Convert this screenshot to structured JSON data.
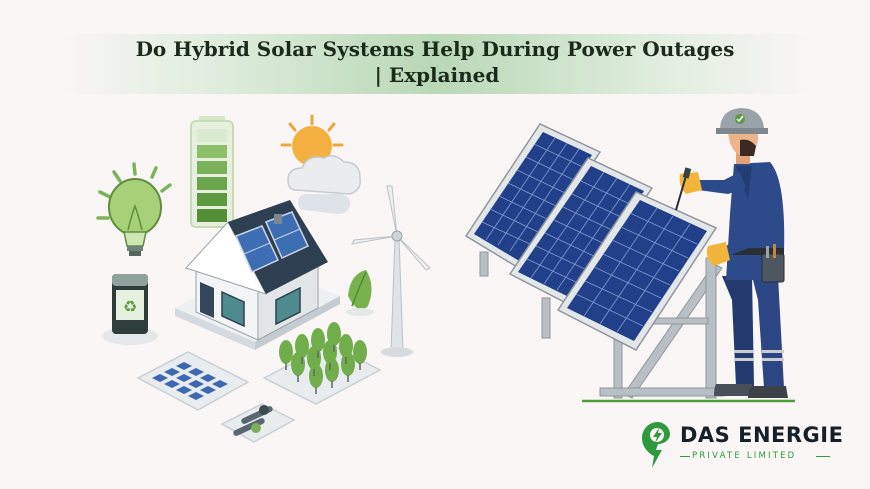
{
  "header": {
    "title_line1": "Do Hybrid Solar Systems Help During Power Outages",
    "title_line2": "| Explained"
  },
  "logo": {
    "name": "DAS ENERGIE",
    "subtitle": "PRIVATE LIMITED",
    "accent_color": "#2e9a3c"
  },
  "illustration": {
    "left_icons": [
      "lightbulb-icon",
      "battery-level-icon",
      "sun-cloud-icon",
      "house-icon",
      "wind-turbine-icon",
      "leaf-icon",
      "recycle-battery-icon",
      "solar-panel-icon",
      "trees-icon",
      "switch-icon"
    ],
    "right_scene": [
      "solar-array",
      "technician"
    ],
    "battery_level_bars_filled": 5,
    "colors": {
      "panel_blue": "#1f3f8c",
      "green": "#6fa34c",
      "accent_yellow": "#f2b53a"
    }
  }
}
